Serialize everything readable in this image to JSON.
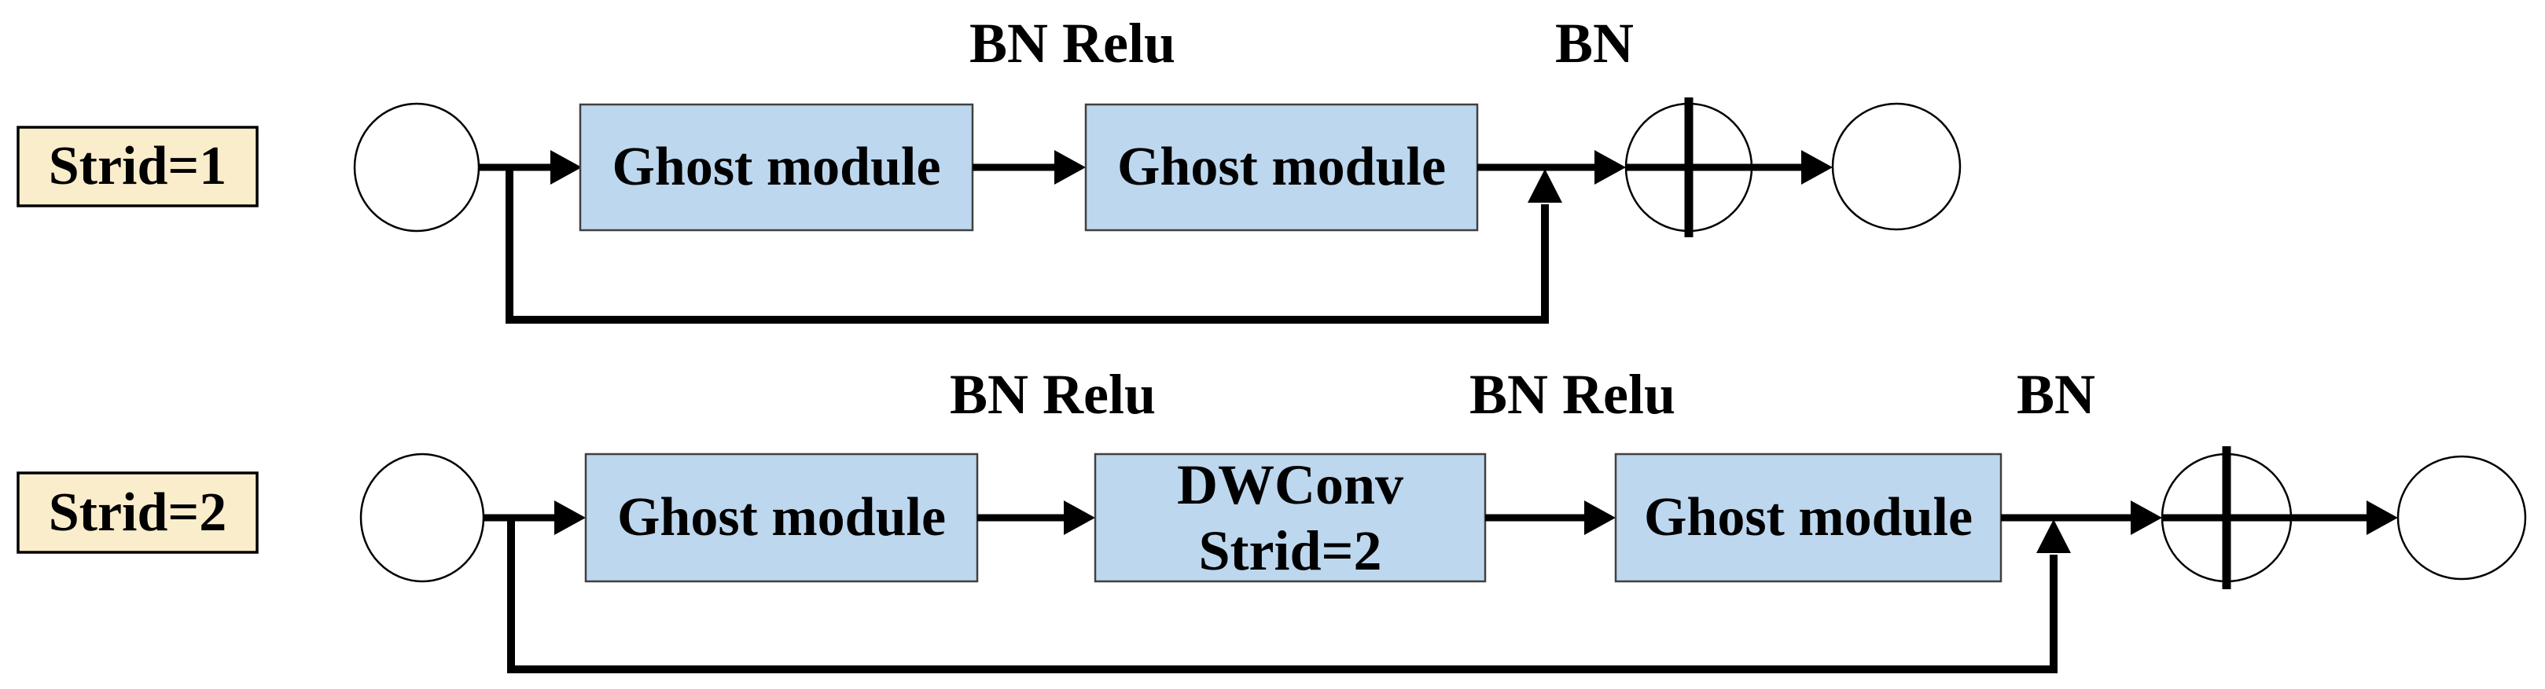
{
  "colors": {
    "background": "#ffffff",
    "module_fill": "#bdd7ee",
    "module_border": "#404040",
    "tag_fill": "#faedcb",
    "tag_border": "#000000",
    "node_fill": "#ffffff",
    "line": "#000000",
    "text": "#000000"
  },
  "stride1_row": {
    "tag": "Strid=1",
    "module1": "Ghost module",
    "module2": "Ghost module",
    "bn_relu_label": "BN Relu",
    "bn_label": "BN"
  },
  "stride2_row": {
    "tag": "Strid=2",
    "module1": "Ghost module",
    "dwconv_line1": "DWConv",
    "dwconv_line2": "Strid=2",
    "module2": "Ghost module",
    "bn_relu_label_1": "BN Relu",
    "bn_relu_label_2": "BN Relu",
    "bn_label": "BN"
  }
}
